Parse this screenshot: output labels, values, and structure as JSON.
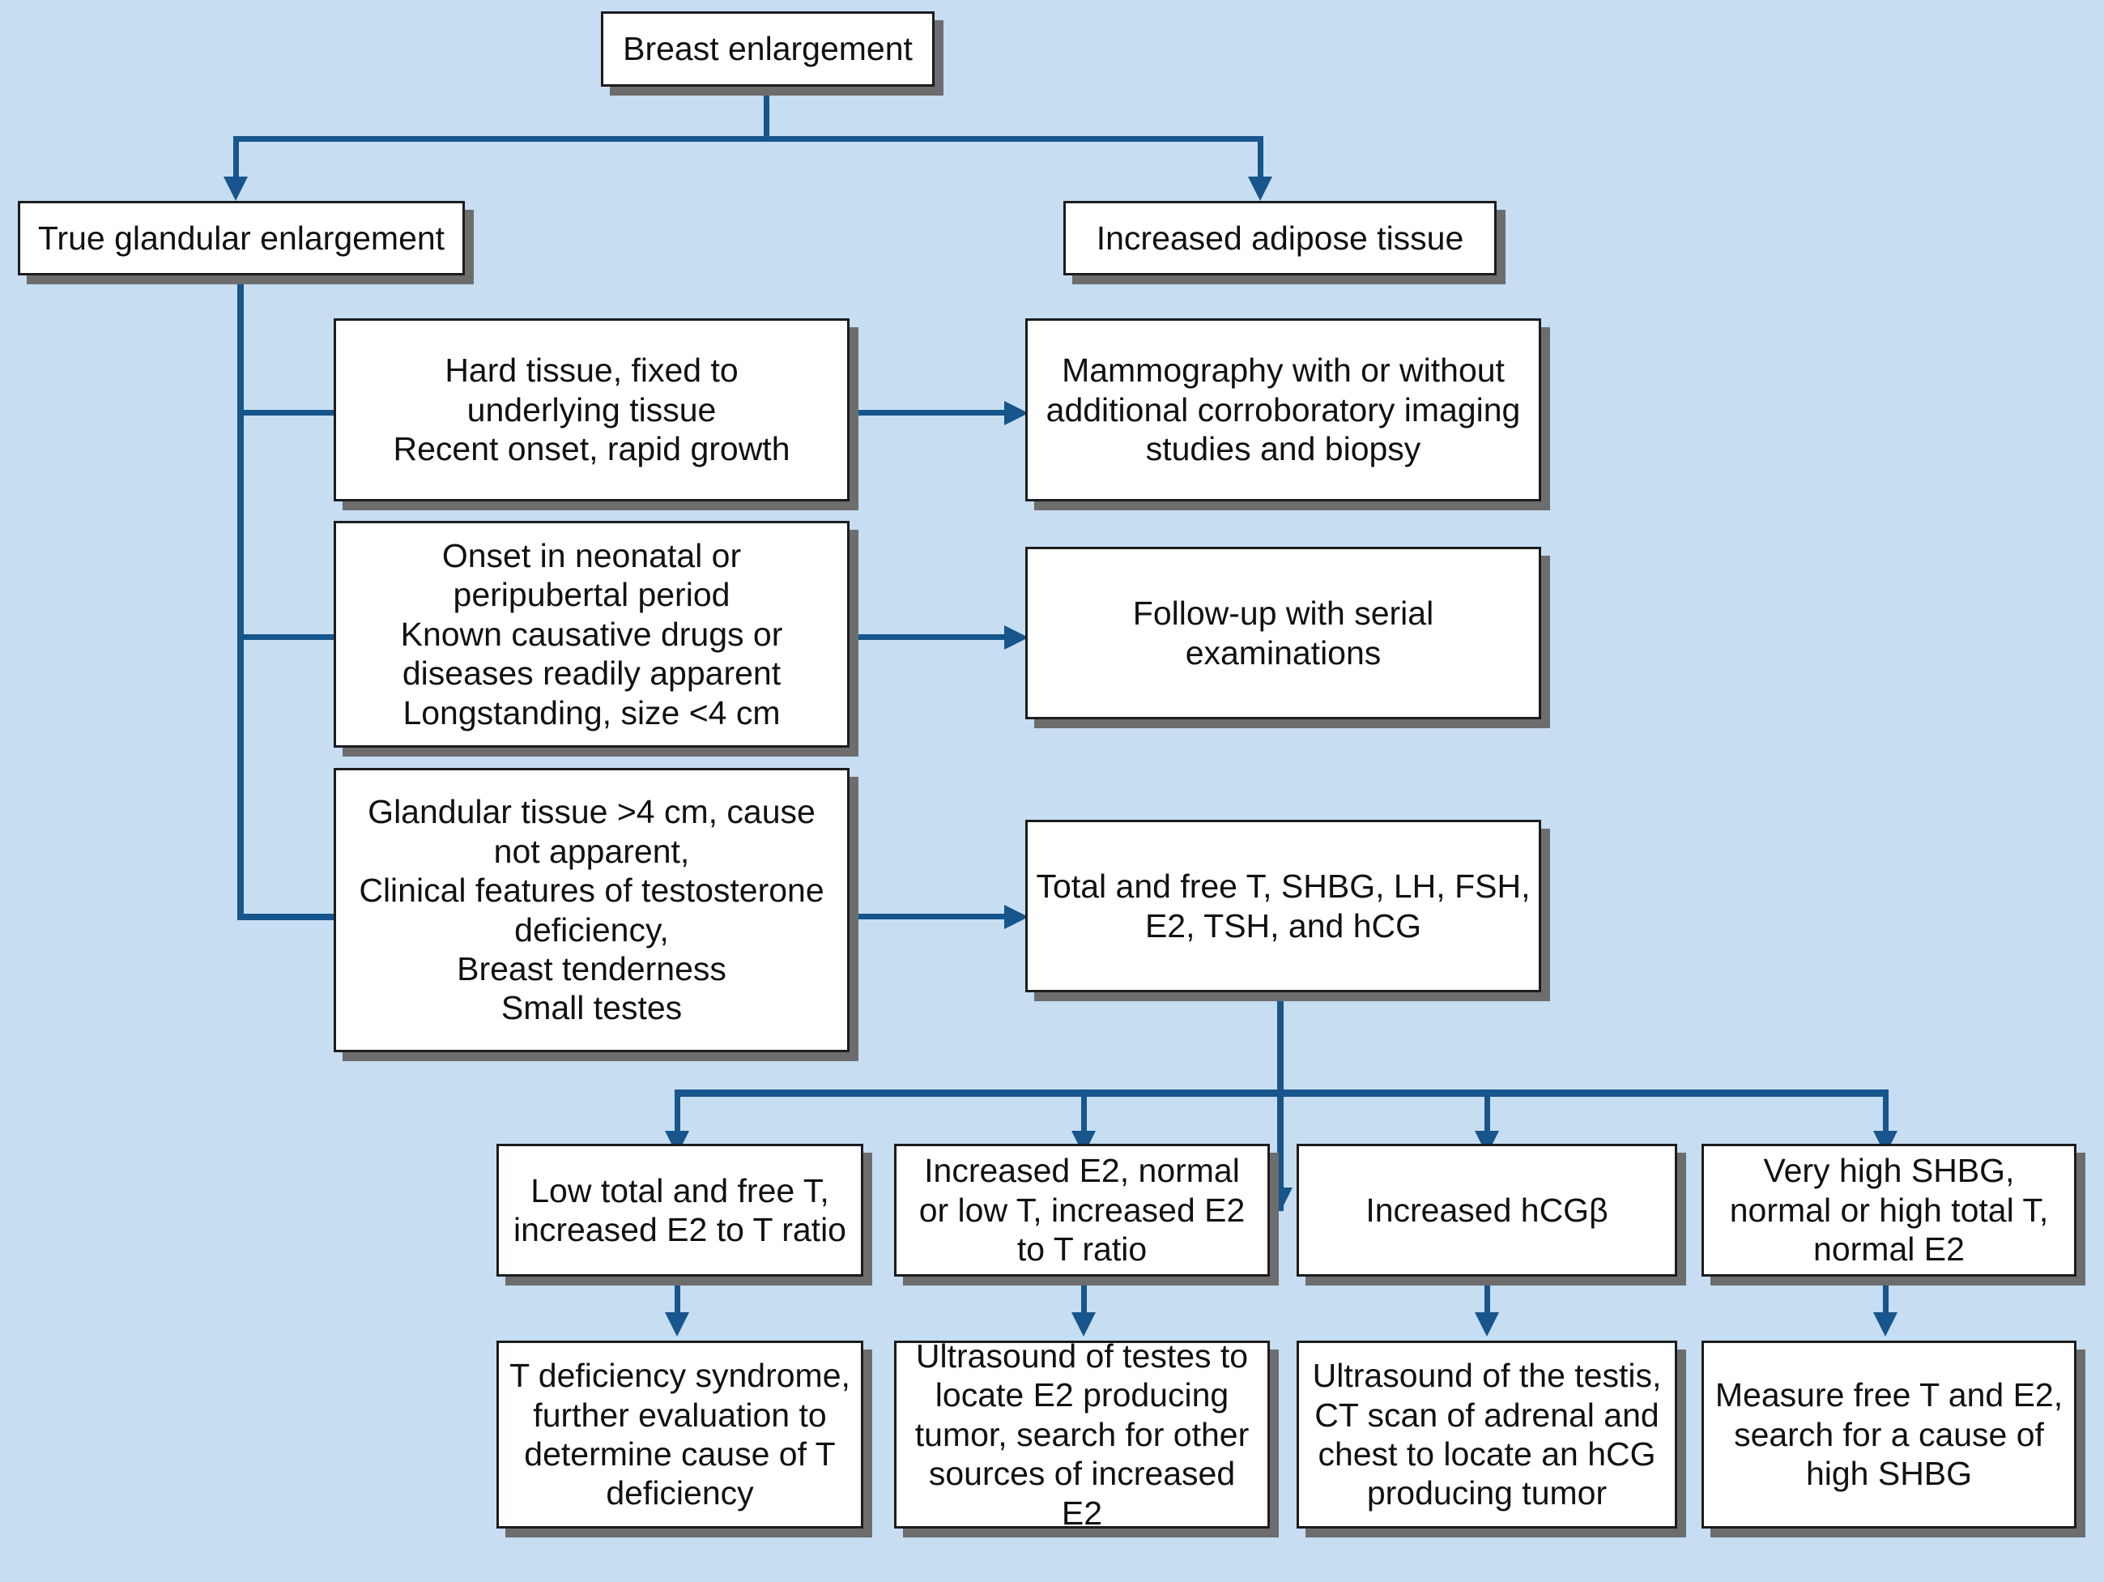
{
  "diagram": {
    "title": "Breast enlargement evaluation algorithm",
    "colors": {
      "background": "#c6ddf2",
      "box_fill": "#ffffff",
      "box_border": "#1c1c1c",
      "box_shadow": "#6d6d6d",
      "connector": "#17558c"
    },
    "nodes": {
      "root": "Breast enlargement",
      "true_glandular": "True glandular enlargement",
      "increased_adipose": "Increased adipose tissue",
      "criteria_hard_tissue": "Hard tissue, fixed to\nunderlying tissue\nRecent onset, rapid growth",
      "criteria_onset": "Onset in neonatal or\nperipubertal period\nKnown causative drugs or\ndiseases readily apparent\nLongstanding, size <4 cm",
      "criteria_glandular_4cm": "Glandular tissue >4 cm, cause\nnot apparent,\nClinical features of testosterone\ndeficiency,\nBreast tenderness\nSmall testes",
      "action_mammography": "Mammography with or without\nadditional corroboratory imaging\nstudies and biopsy",
      "action_followup": "Follow-up with serial\nexaminations",
      "action_labs": "Total and free T, SHBG, LH, FSH,\nE2, TSH, and hCG",
      "result_low_t": "Low total and free T,\nincreased E2 to T ratio",
      "result_increased_e2": "Increased E2, normal\nor low T, increased E2\nto T ratio",
      "result_increased_hcgb": "Increased hCGβ",
      "result_very_high_shbg": "Very high SHBG,\nnormal or high total T,\nnormal E2",
      "outcome_t_deficiency": "T deficiency syndrome,\nfurther evaluation to\ndetermine cause of T\ndeficiency",
      "outcome_ultrasound_testes": "Ultrasound of testes to\nlocate E2 producing\ntumor, search for other\nsources of increased E2",
      "outcome_ultrasound_testis_ct": "Ultrasound of the testis,\nCT scan of adrenal and\nchest to locate an hCG\nproducing tumor",
      "outcome_measure_free_t": "Measure free T and E2,\nsearch for a cause of\nhigh SHBG"
    }
  }
}
